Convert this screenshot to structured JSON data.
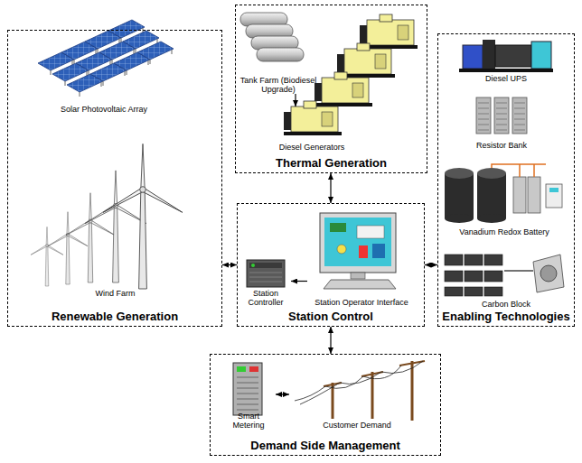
{
  "diagram": {
    "nodes": [
      {
        "text": [
          "Renewable Generation"
        ]
      },
      {
        "text": [
          "Solar Photovoltaic Array"
        ],
        "in": 0
      },
      {
        "text": [
          "Wind Farm"
        ],
        "in": 0
      },
      {
        "text": [
          "Thermal Generation"
        ]
      },
      {
        "text": [
          "Tank Farm (Biodiesel Upgrade)"
        ],
        "in": 3
      },
      {
        "text": [
          "Diesel Generators"
        ],
        "in": 3
      },
      {
        "text": [
          "Station Control"
        ]
      },
      {
        "text": [
          "Station Controller"
        ],
        "in": 6
      },
      {
        "text": [
          "Station Operator Interface"
        ],
        "in": 6
      },
      {
        "text": [
          "Enabling Technologies"
        ]
      },
      {
        "text": [
          "Diesel UPS"
        ],
        "in": 9
      },
      {
        "text": [
          "Resistor Bank"
        ],
        "in": 9
      },
      {
        "text": [
          "Vanadium Redox Battery"
        ],
        "in": 9
      },
      {
        "text": [
          "Carbon Block"
        ],
        "in": 9
      },
      {
        "text": [
          "Demand Side Management"
        ]
      },
      {
        "text": [
          "Smart Metering"
        ],
        "in": 14
      },
      {
        "text": [
          "Customer Demand"
        ],
        "in": 14
      }
    ],
    "edges": [
      {
        "from": 0,
        "to": 6,
        "arrow": "both"
      },
      {
        "from": 3,
        "to": 6,
        "arrow": "both"
      },
      {
        "from": 9,
        "to": 6,
        "arrow": "both"
      },
      {
        "from": 6,
        "to": 14,
        "arrow": "both"
      },
      {
        "from": 4,
        "to": 5,
        "arrow": "to"
      },
      {
        "from": 8,
        "to": 7,
        "arrow": "to"
      },
      {
        "from": 15,
        "to": 16,
        "arrow": "both"
      }
    ]
  }
}
